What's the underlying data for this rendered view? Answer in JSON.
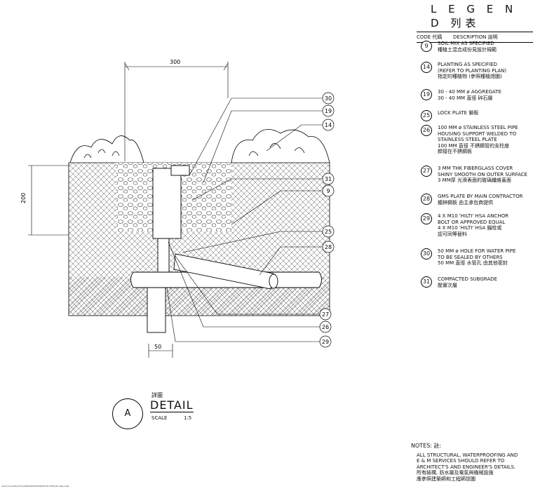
{
  "legend": {
    "title": "L E G E N D  列表",
    "header_code": "CODE 代碼",
    "header_description": "DESCRIPTION 說明",
    "items": [
      {
        "code": "9",
        "text": "SOIL MIX AS SPECIFIED\n種植土混合成份見設計規範"
      },
      {
        "code": "14",
        "text": "PLANTING AS SPECIFIED\n(REFER TO PLANTING PLAN)\n指定的種植物 (參照種植總圖)"
      },
      {
        "code": "19",
        "text": "30 - 40 MM ø AGGREGATE\n30 - 40 MM 直徑 碎石層"
      },
      {
        "code": "25",
        "text": "LOCK PLATE 鎖板"
      },
      {
        "code": "26",
        "text": "100 MM ø STAINLESS STEEL PIPE\nHOUSING SUPPORT WELDED TO\nSTAINLESS STEEL PLATE\n100 MM 直徑 不銹鋼管的支柱座\n銲接在不銹鋼板"
      },
      {
        "code": "27",
        "text": "3 MM THK FIBERGLASS COVER\nSHINY SMOOTH ON OUTER SURFACE\n3 MM厚 光滑表面的玻璃纖維蓋面"
      },
      {
        "code": "28",
        "text": "GMS PLATE BY MAIN CONTRACTOR\n鍍鋅鋼板 由主承包商提供"
      },
      {
        "code": "29",
        "text": "4 X M10 'HILTI' HSA ANCHOR\nBOLT OR APPROVED EQUAL\n4 X M10 'HILTI' HSA 錨栓或\n認可同等替料"
      },
      {
        "code": "30",
        "text": "50 MM ø HOLE FOR WATER PIPE\nTO BE SEALED BY OTHERS\n50 MM 直徑 水管孔 由其他密封"
      },
      {
        "code": "31",
        "text": "COMPACTED SUBGRADE\n壓實次層"
      }
    ]
  },
  "notes": {
    "title": "NOTES: 註:",
    "body": "ALL STRUCTURAL, WATERPROOFING AND\nE & M SERVICES SHOULD REFER TO\nARCHITECT'S AND ENGINEER'S DETAILS.\n所有結構, 防水層及電氣與機械設施\n應參照建築師和工程師詳圖"
  },
  "detail": {
    "bubble": "A",
    "chinese": "詳圖",
    "title": "DETAIL",
    "scale_label": "SCALE",
    "scale_value": "1:5"
  },
  "dimensions": {
    "width": "300",
    "height": "200",
    "pipe": "50"
  },
  "callouts_right": [
    "30",
    "19",
    "14",
    "31",
    "9",
    "25",
    "28"
  ],
  "callouts_bottom": [
    "27",
    "26",
    "29"
  ],
  "footer_path": "Acad Group\\Tool\\Tiny\\0000\\0035\\0049\\35-00-3543\\35-dwg.cadp"
}
